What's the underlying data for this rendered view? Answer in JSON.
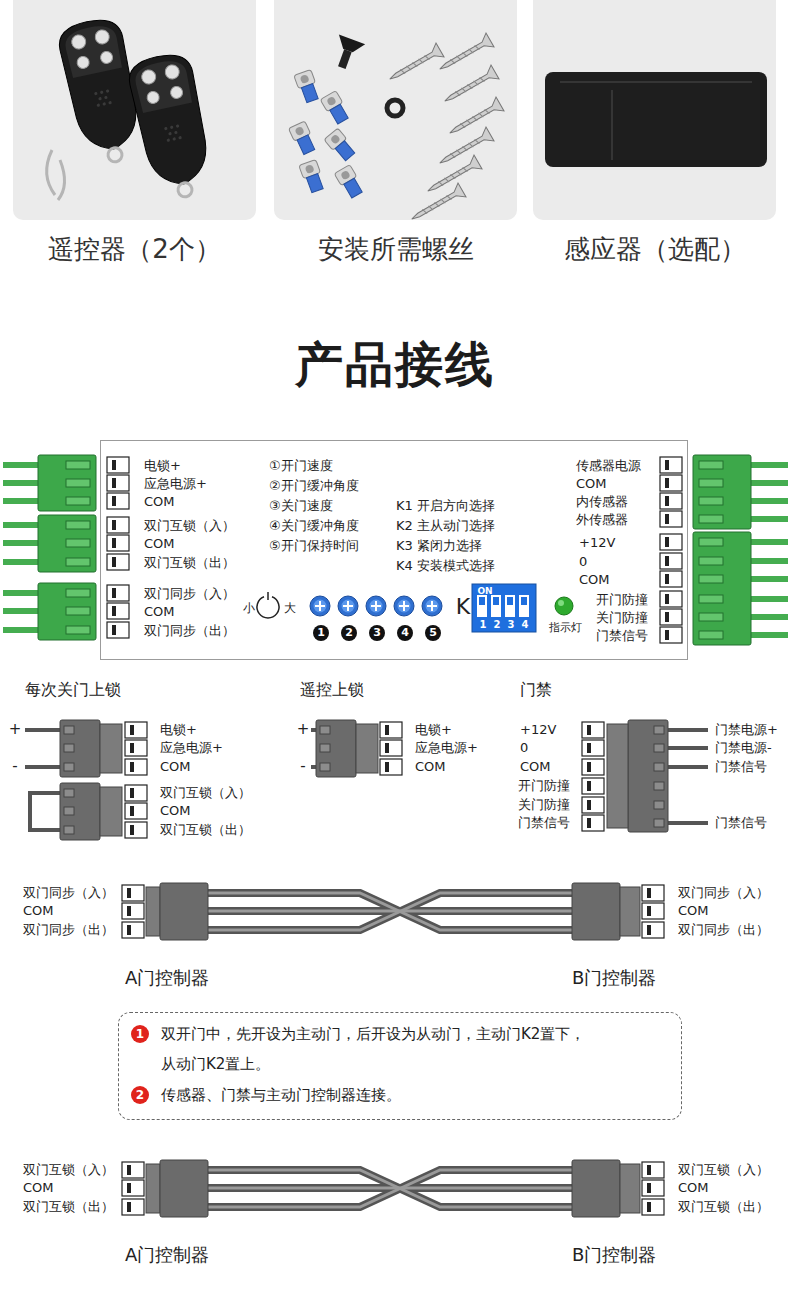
{
  "diagram": {
    "title": "产品接线",
    "nodes": [
      {
        "text": [
          "遥控器（2个）"
        ]
      },
      {
        "text": [
          "安装所需螺丝"
        ]
      },
      {
        "text": [
          "感应器（选配）"
        ]
      },
      {
        "text": [
          "电锁+",
          "应急电源+",
          "COM",
          "双门互锁（入）",
          "COM",
          "双门互锁（出）",
          "双门同步（入）",
          "COM",
          "双门同步（出）",
          "①开门速度",
          "②开门缓冲角度",
          "③关门速度",
          "④关门缓冲角度",
          "⑤开门保持时间",
          "K1 开启方向选择",
          "K2 主从动门选择",
          "K3 紧闭力选择",
          "K4 安装模式选择",
          "传感器电源",
          "COM",
          "内传感器",
          "外传感器",
          "+12V",
          "0",
          "COM",
          "开门防撞",
          "关门防撞",
          "门禁信号",
          "小",
          "大",
          "1",
          "2",
          "3",
          "4",
          "5",
          "K",
          "ON",
          "1",
          "2",
          "3",
          "4",
          "指示灯"
        ]
      },
      {
        "text": [
          "双开门中，先开设为主动门，后开设为从动门，主动门K2置下， 从动门K2置上。",
          "传感器、门禁与主动门控制器连接。"
        ]
      },
      {
        "text": [
          "1"
        ],
        "in": 4
      },
      {
        "text": [
          "2"
        ],
        "in": 4
      }
    ],
    "labels": [
      "每次关门上锁",
      "遥控上锁",
      "门禁",
      "+",
      "-",
      "电锁+",
      "应急电源+",
      "COM",
      "双门互锁（入）",
      "COM",
      "双门互锁（出）",
      "+",
      "-",
      "电锁+",
      "应急电源+",
      "COM",
      "+12V",
      "0",
      "COM",
      "开门防撞",
      "关门防撞",
      "门禁信号",
      "门禁电源+",
      "门禁电源-",
      "门禁信号",
      "门禁信号",
      "双门同步（入）",
      "COM",
      "双门同步（出）",
      "双门同步（入）",
      "COM",
      "双门同步（出）",
      "A门控制器",
      "B门控制器",
      "双门互锁（入）",
      "COM",
      "双门互锁（出）",
      "双门互锁（入）",
      "COM",
      "双门互锁（出）",
      "A门控制器",
      "B门控制器"
    ]
  }
}
